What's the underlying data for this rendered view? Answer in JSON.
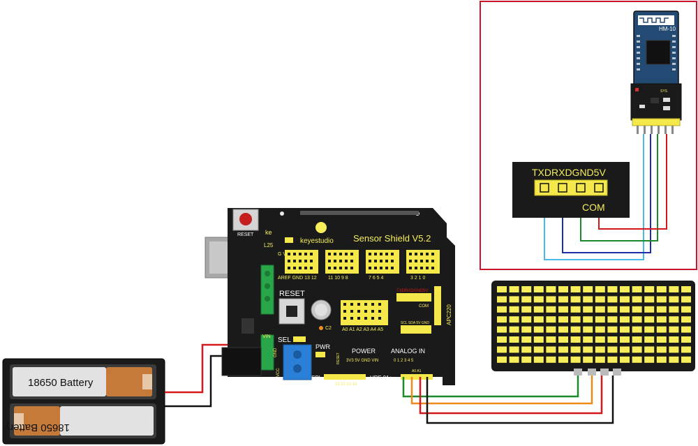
{
  "battery": {
    "cell1_label": "18650 Battery",
    "cell2_label": "18650 Battery"
  },
  "board": {
    "brand": "keyestudio",
    "title": "Sensor Shield V5.2",
    "reset_button_label": "RESET",
    "reset_label": "RESET",
    "ke_label": "ke",
    "l25_label": "L25",
    "g_v_s": "G\nV\nS",
    "digital_labels": {
      "group1": "AREF GND 13 12",
      "group2": "11 10 9 8",
      "group3": "7 6 5 4",
      "group4": "3 2 1 0"
    },
    "analog_pins_label": "A0 A1 A2 A3 A4 A5",
    "apc220_label": "APC220",
    "com_header_label": "TXDRXDGND5V",
    "com_label": "COM",
    "c2_label": "C2",
    "sel_label": "SEL",
    "pwr_label": "PWR",
    "power_label": "POWER",
    "power_pins_label": "3V3 5V GND VIN",
    "reset_vertical": "RESET",
    "analog_label": "ANALOG IN",
    "analog_nums": "0 1 2 3 4 5",
    "i2c_label": "SCL SDA 5V GND",
    "spi_label": "SPI",
    "spi_pins": "13 11 12 10",
    "urf_label": "URF 01+",
    "vin_label": "VIN",
    "gnd_label": "GND",
    "vcc_label": "VCC",
    "a0a1_label": "A0 A1"
  },
  "bluetooth": {
    "module_label": "HM-10",
    "sys_label": "SYS",
    "header_label": "TXDRXDGND5V",
    "com_label": "COM"
  },
  "colors": {
    "board": "#1a1a1a",
    "header_yellow": "#f5e84a",
    "led_yellow": "#f6ee5a",
    "wire_red": "#d4181a",
    "wire_black": "#111111",
    "wire_green": "#1b8a2a",
    "wire_orange": "#ee8a1a",
    "wire_blue": "#1c2fa8",
    "wire_lightblue": "#4ab9ea",
    "frame_red": "#c8152b"
  }
}
